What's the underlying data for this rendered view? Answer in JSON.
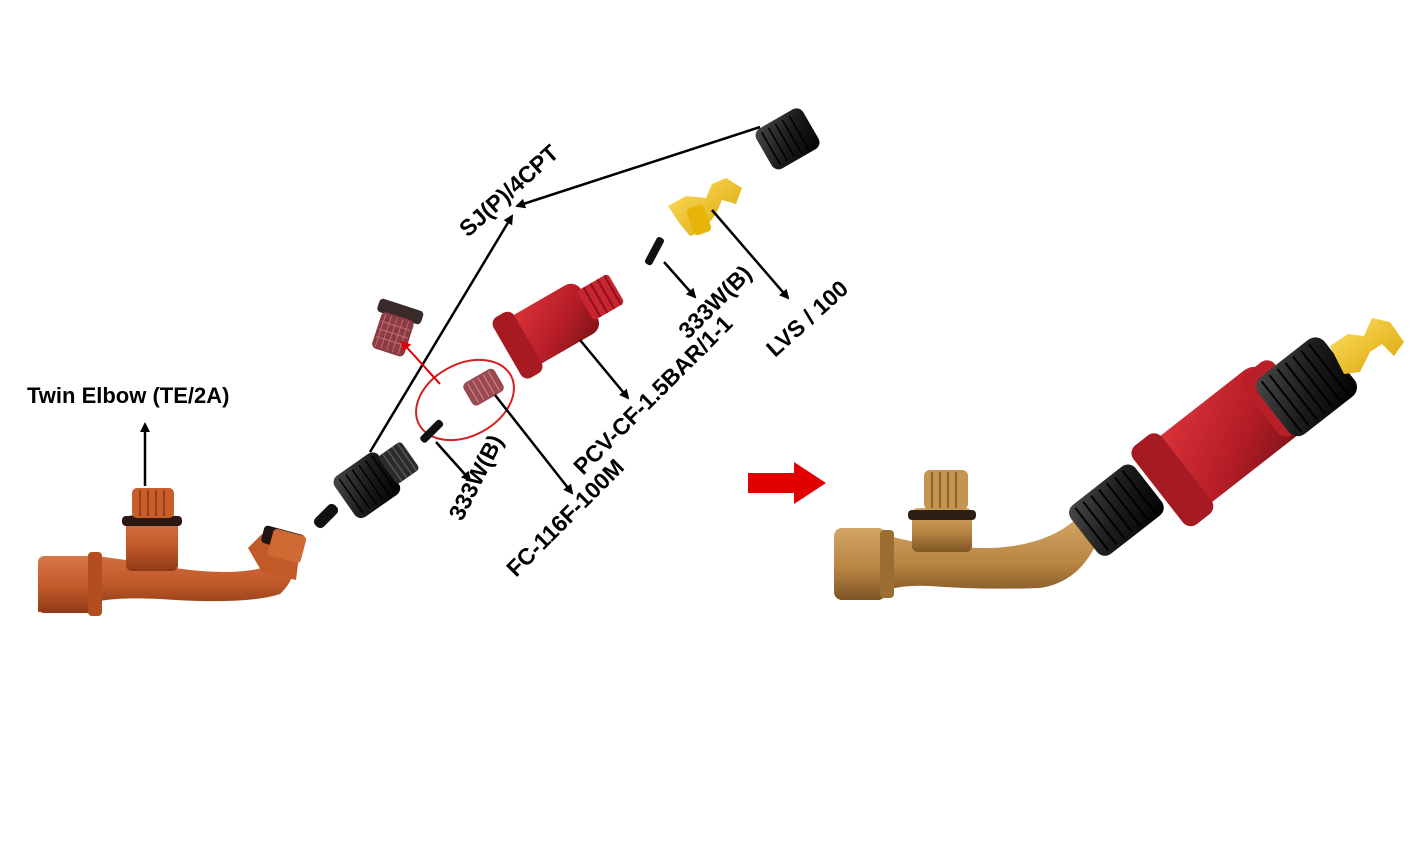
{
  "labels": {
    "twin_elbow": "Twin Elbow (TE/2A)",
    "sj_cap": "SJ(P)/4CPT",
    "washer_1": "333W(B)",
    "washer_2": "333W(B)",
    "filter": "FC-116F-100M",
    "valve": "PCV-CF-1.5BAR/1-1",
    "lvs": "LVS / 100"
  },
  "colors": {
    "background": "#ffffff",
    "elbow_orange": "#c5622f",
    "elbow_dark": "#8e3a17",
    "assembled_brown": "#b98543",
    "valve_red": "#c0202a",
    "valve_dark": "#7d1218",
    "cap_black": "#1c1c1c",
    "lever_yellow": "#f2c21a",
    "arrow_black": "#000000",
    "arrow_red": "#e00000",
    "highlight_ellipse": "#d42020"
  },
  "icons": {
    "process_arrow": "right-arrow-icon"
  }
}
